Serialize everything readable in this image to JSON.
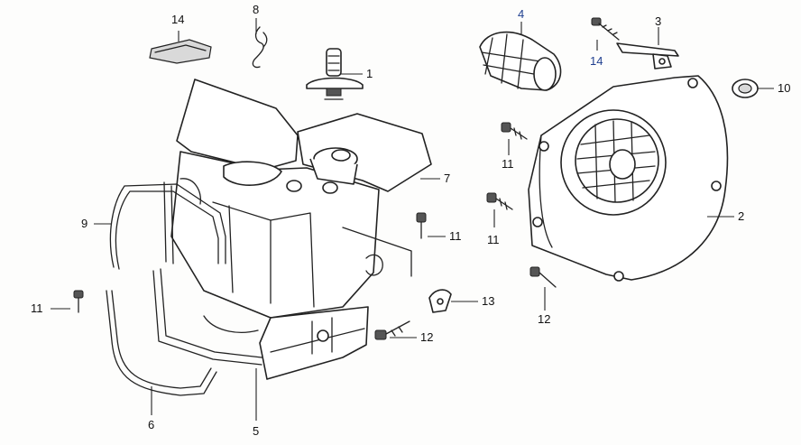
{
  "callouts": [
    {
      "id": "c14a",
      "text": "14",
      "color": "#111111"
    },
    {
      "id": "c8",
      "text": "8",
      "color": "#111111"
    },
    {
      "id": "c1",
      "text": "1",
      "color": "#111111"
    },
    {
      "id": "c4",
      "text": "4",
      "color": "#1f3f8f"
    },
    {
      "id": "c3",
      "text": "3",
      "color": "#111111"
    },
    {
      "id": "c14b",
      "text": "14",
      "color": "#1f3f8f"
    },
    {
      "id": "c10",
      "text": "10",
      "color": "#111111"
    },
    {
      "id": "c7",
      "text": "7",
      "color": "#111111"
    },
    {
      "id": "c11a",
      "text": "11",
      "color": "#111111"
    },
    {
      "id": "c2",
      "text": "2",
      "color": "#111111"
    },
    {
      "id": "c11b",
      "text": "11",
      "color": "#111111"
    },
    {
      "id": "c11c",
      "text": "11",
      "color": "#111111"
    },
    {
      "id": "c9",
      "text": "9",
      "color": "#111111"
    },
    {
      "id": "c11d",
      "text": "11",
      "color": "#111111"
    },
    {
      "id": "c13",
      "text": "13",
      "color": "#111111"
    },
    {
      "id": "c12a",
      "text": "12",
      "color": "#111111"
    },
    {
      "id": "c12b",
      "text": "12",
      "color": "#111111"
    },
    {
      "id": "c6",
      "text": "6",
      "color": "#111111"
    },
    {
      "id": "c5",
      "text": "5",
      "color": "#111111"
    }
  ]
}
